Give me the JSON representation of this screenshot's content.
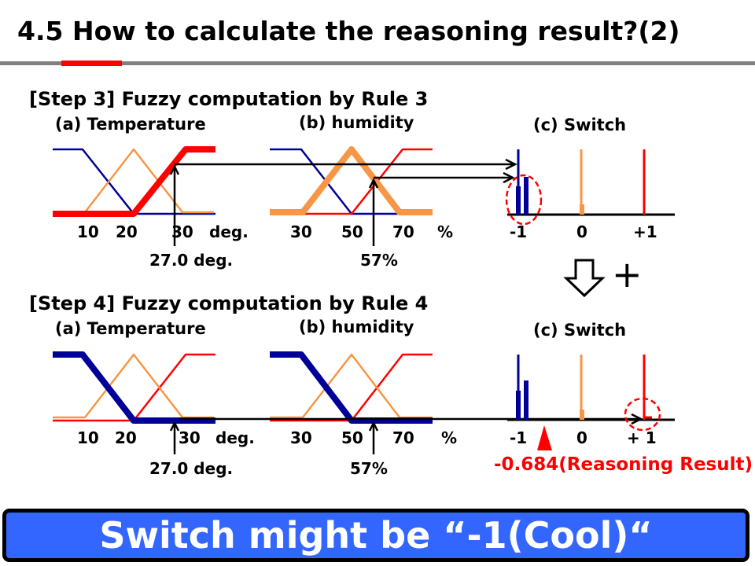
{
  "title": "4.5 How to calculate the reasoning result?(2)",
  "colors": {
    "accent_red": "#ff0000",
    "low_blue": "#000099",
    "mid_orange": "#f79646",
    "banner_blue": "#3366ff"
  },
  "step3": {
    "heading": "[Step 3] Fuzzy computation by Rule 3",
    "temp_title": "(a) Temperature",
    "hum_title": "(b) humidity",
    "switch_title": "(c) Switch",
    "temp_ticks": [
      "10",
      "20",
      "30",
      "deg."
    ],
    "hum_ticks": [
      "30",
      "50",
      "70",
      "%"
    ],
    "switch_ticks": [
      "-1",
      "0",
      "+1"
    ],
    "temp_input": "27.0 deg.",
    "hum_input": "57%"
  },
  "operator": {
    "plus": "+"
  },
  "step4": {
    "heading": "[Step 4] Fuzzy computation by Rule 4",
    "temp_title": "(a) Temperature",
    "hum_title": "(b) humidity",
    "switch_title": "(c) Switch",
    "temp_ticks": [
      "10",
      "20",
      "30",
      "deg."
    ],
    "hum_ticks": [
      "30",
      "50",
      "70",
      "%"
    ],
    "switch_ticks": [
      "-1",
      "0",
      "+ 1"
    ],
    "temp_input": "27.0 deg.",
    "hum_input": "57%",
    "result": "-0.684(Reasoning Result)"
  },
  "banner": "Switch might be “-1(Cool)“"
}
